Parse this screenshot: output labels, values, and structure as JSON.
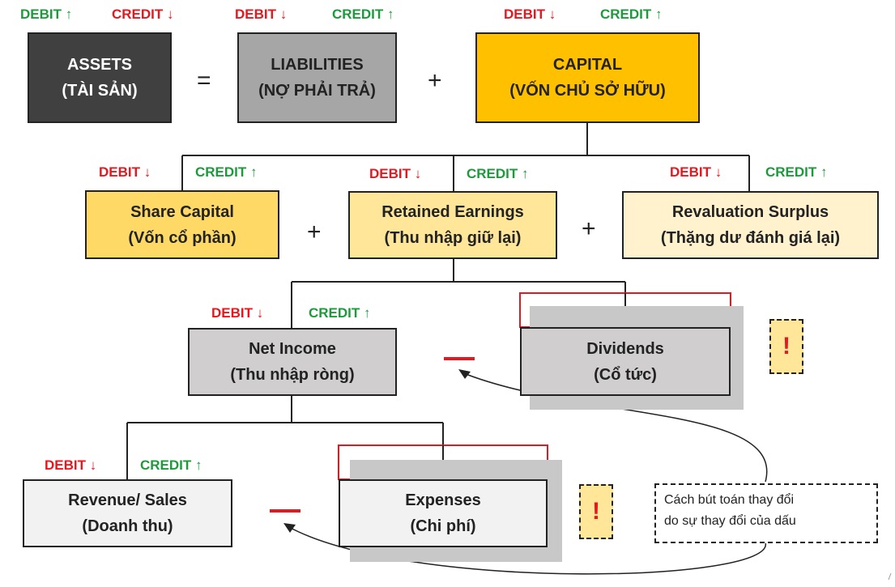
{
  "labels": {
    "debit": "DEBIT",
    "credit": "CREDIT",
    "up_arrow": "↑",
    "down_arrow": "↓"
  },
  "equation": {
    "assets": {
      "line1": "ASSETS",
      "line2": "(TÀI SẢN)"
    },
    "equals": "=",
    "liabilities": {
      "line1": "LIABILITIES",
      "line2": "(NỢ PHẢI TRẢ)"
    },
    "plus": "+",
    "capital": {
      "line1": "CAPITAL",
      "line2": "(VỐN CHỦ SỞ HỮU)"
    }
  },
  "capital_parts": {
    "share_capital": {
      "line1": "Share Capital",
      "line2": "(Vốn cổ phần)"
    },
    "plus1": "+",
    "retained_earnings": {
      "line1": "Retained Earnings",
      "line2": "(Thu nhập giữ lại)"
    },
    "plus2": "+",
    "revaluation_surplus": {
      "line1": "Revaluation Surplus",
      "line2": "(Thặng dư đánh giá lại)"
    }
  },
  "retained_parts": {
    "net_income": {
      "line1": "Net Income",
      "line2": "(Thu nhập ròng)"
    },
    "dividends": {
      "line1": "Dividends",
      "line2": "(Cổ tức)"
    }
  },
  "income_parts": {
    "revenue": {
      "line1": "Revenue/ Sales",
      "line2": "(Doanh thu)"
    },
    "expenses": {
      "line1": "Expenses",
      "line2": "(Chi phí)"
    }
  },
  "warning_symbol": "!",
  "note": {
    "line1": "Cách bút toán thay đổi",
    "line2": "do sự thay đổi của dấu"
  },
  "colors": {
    "debit_credit_increase": "#1e9a3c",
    "debit_credit_decrease": "#e4181e",
    "assets_fill": "#404040",
    "liabilities_fill": "#a6a6a6",
    "capital_fill": "#ffc000"
  }
}
